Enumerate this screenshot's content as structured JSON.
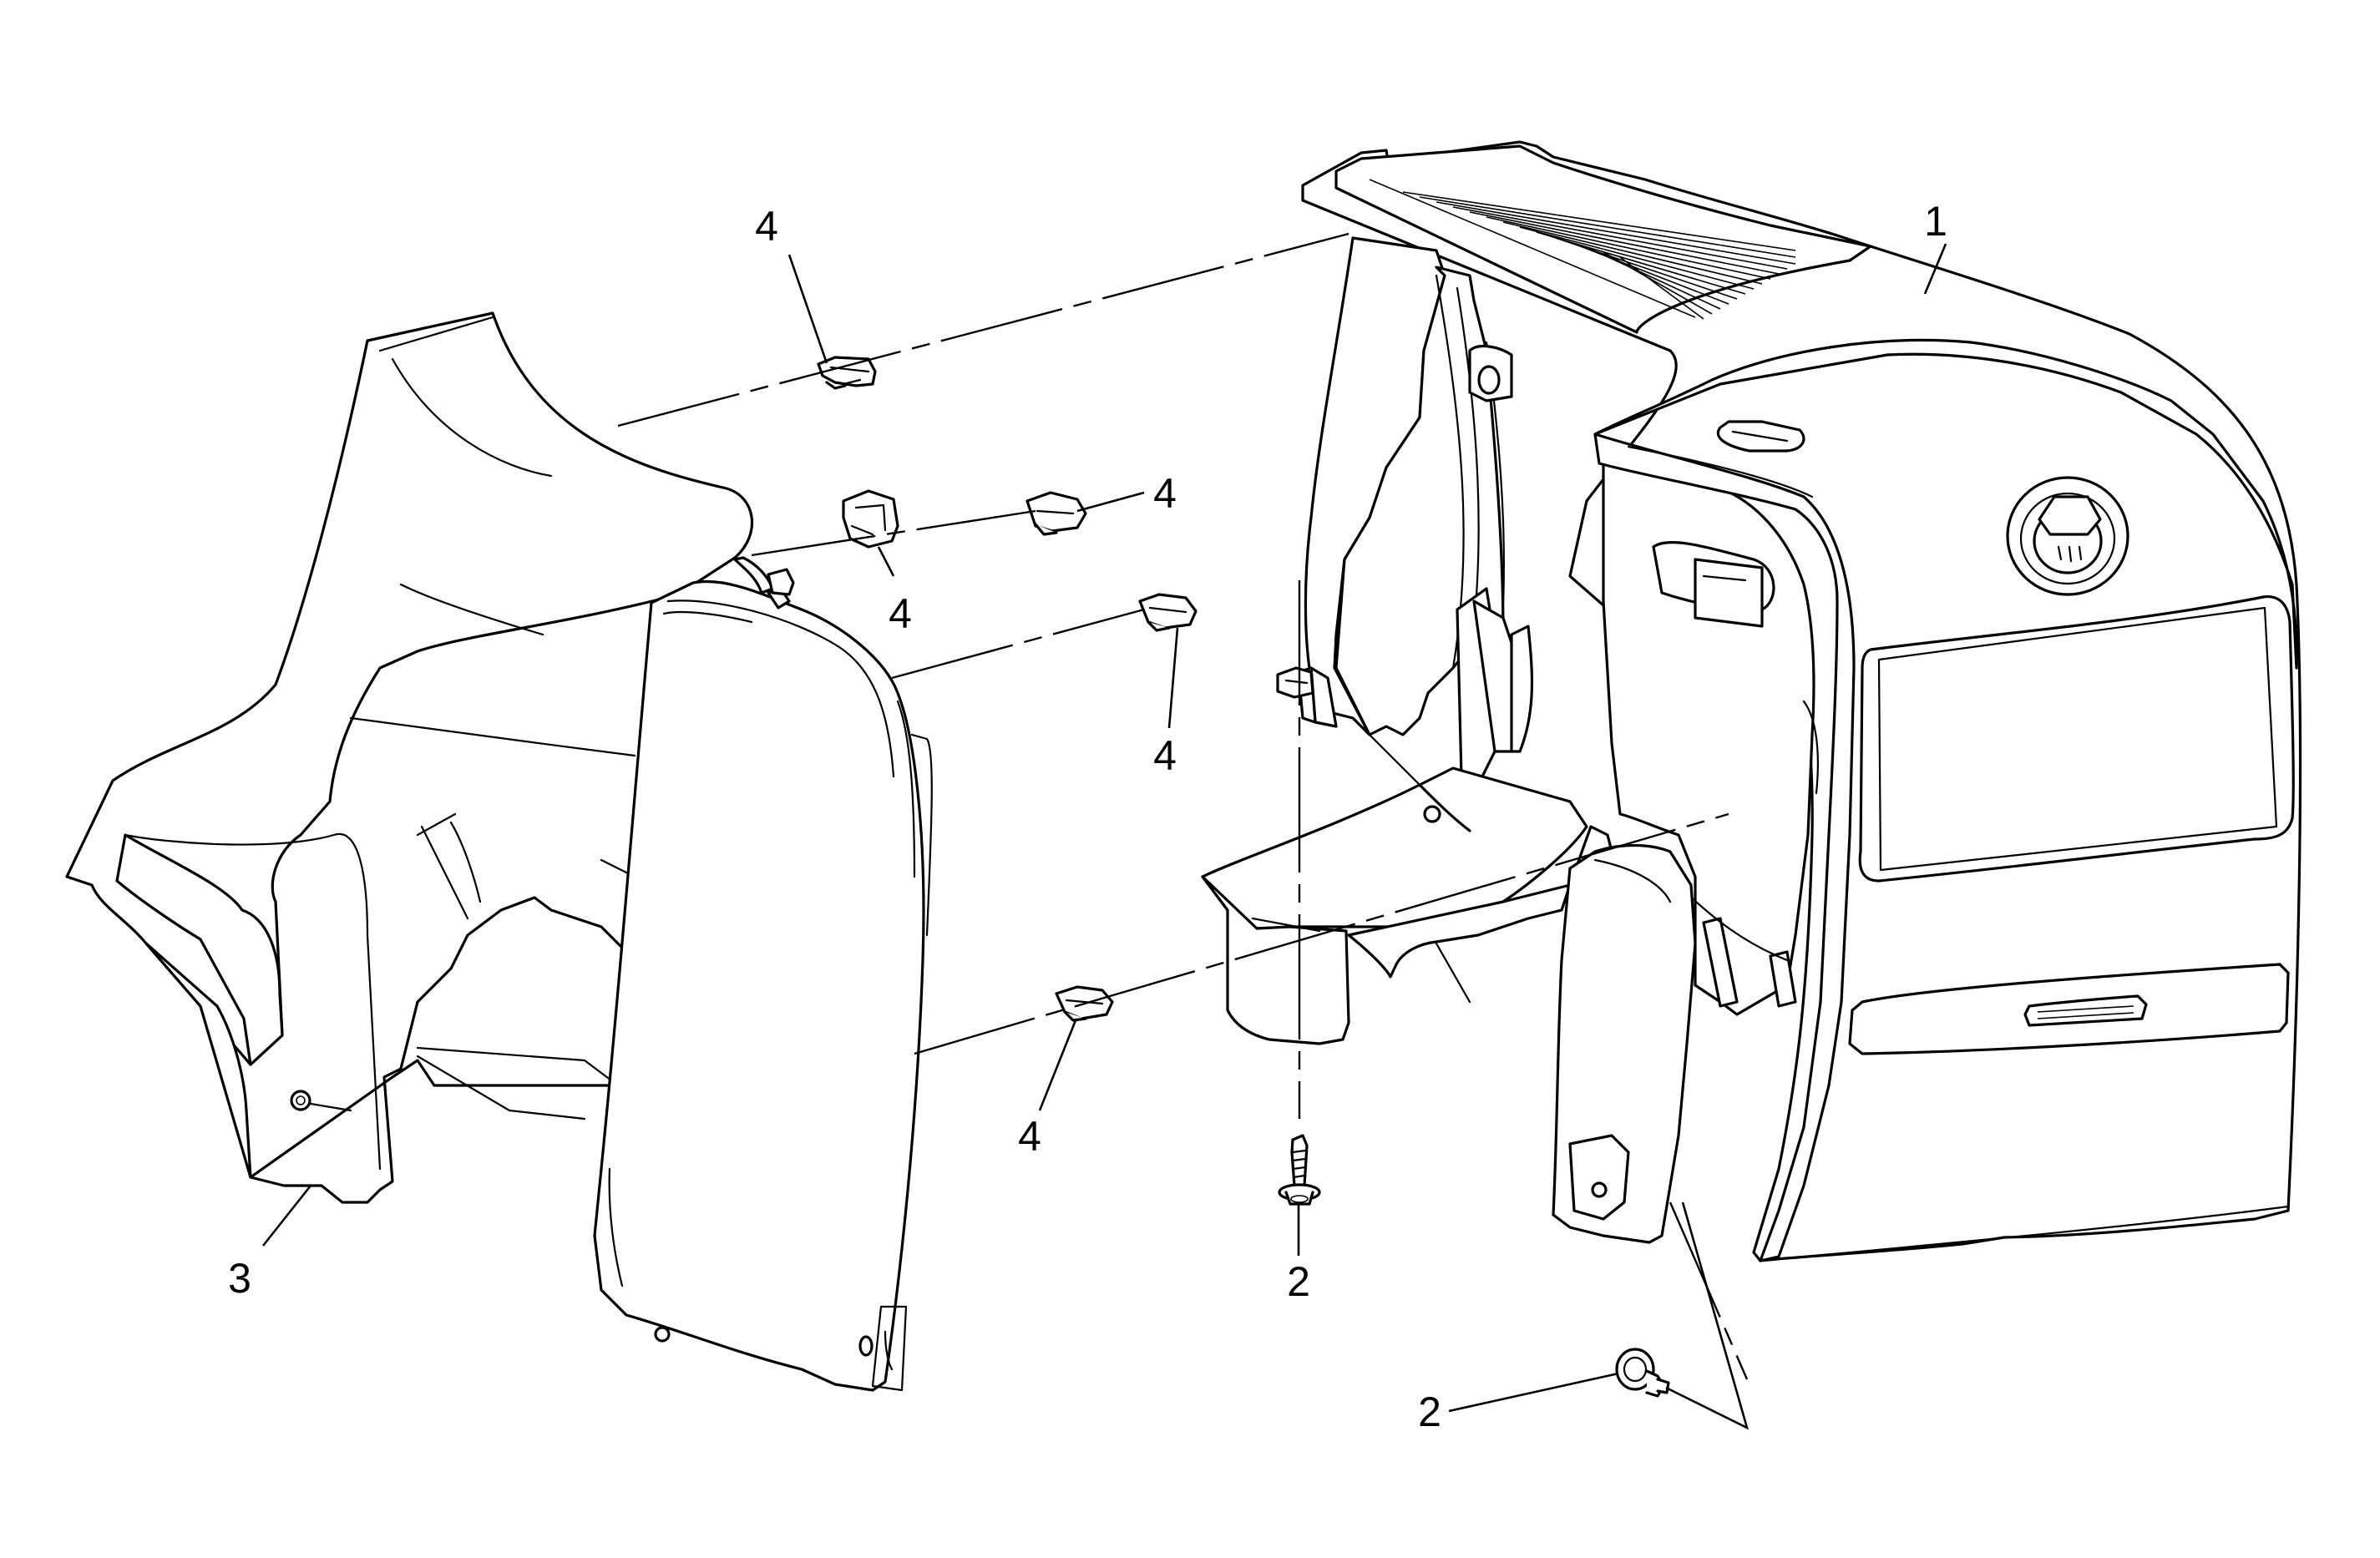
{
  "callouts": [
    {
      "id": "c1",
      "text": "1"
    },
    {
      "id": "c2a",
      "text": "2"
    },
    {
      "id": "c2b",
      "text": "2"
    },
    {
      "id": "c3",
      "text": "3"
    },
    {
      "id": "c4a",
      "text": "4"
    },
    {
      "id": "c4b",
      "text": "4"
    },
    {
      "id": "c4c",
      "text": "4"
    },
    {
      "id": "c4d",
      "text": "4"
    },
    {
      "id": "c4e",
      "text": "4"
    }
  ]
}
